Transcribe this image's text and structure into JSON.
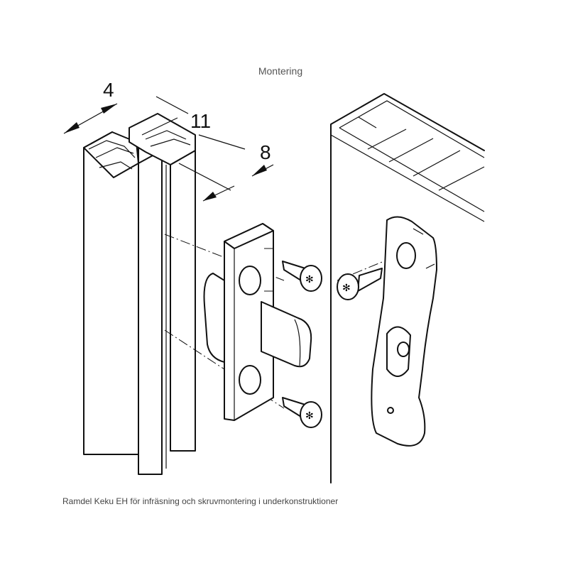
{
  "title": "Montering",
  "caption": "Ramdel Keku EH för infräsning och skruvmontering i underkonstruktioner",
  "dimensions": {
    "d1": "4",
    "d2": "11",
    "d3": "8"
  }
}
